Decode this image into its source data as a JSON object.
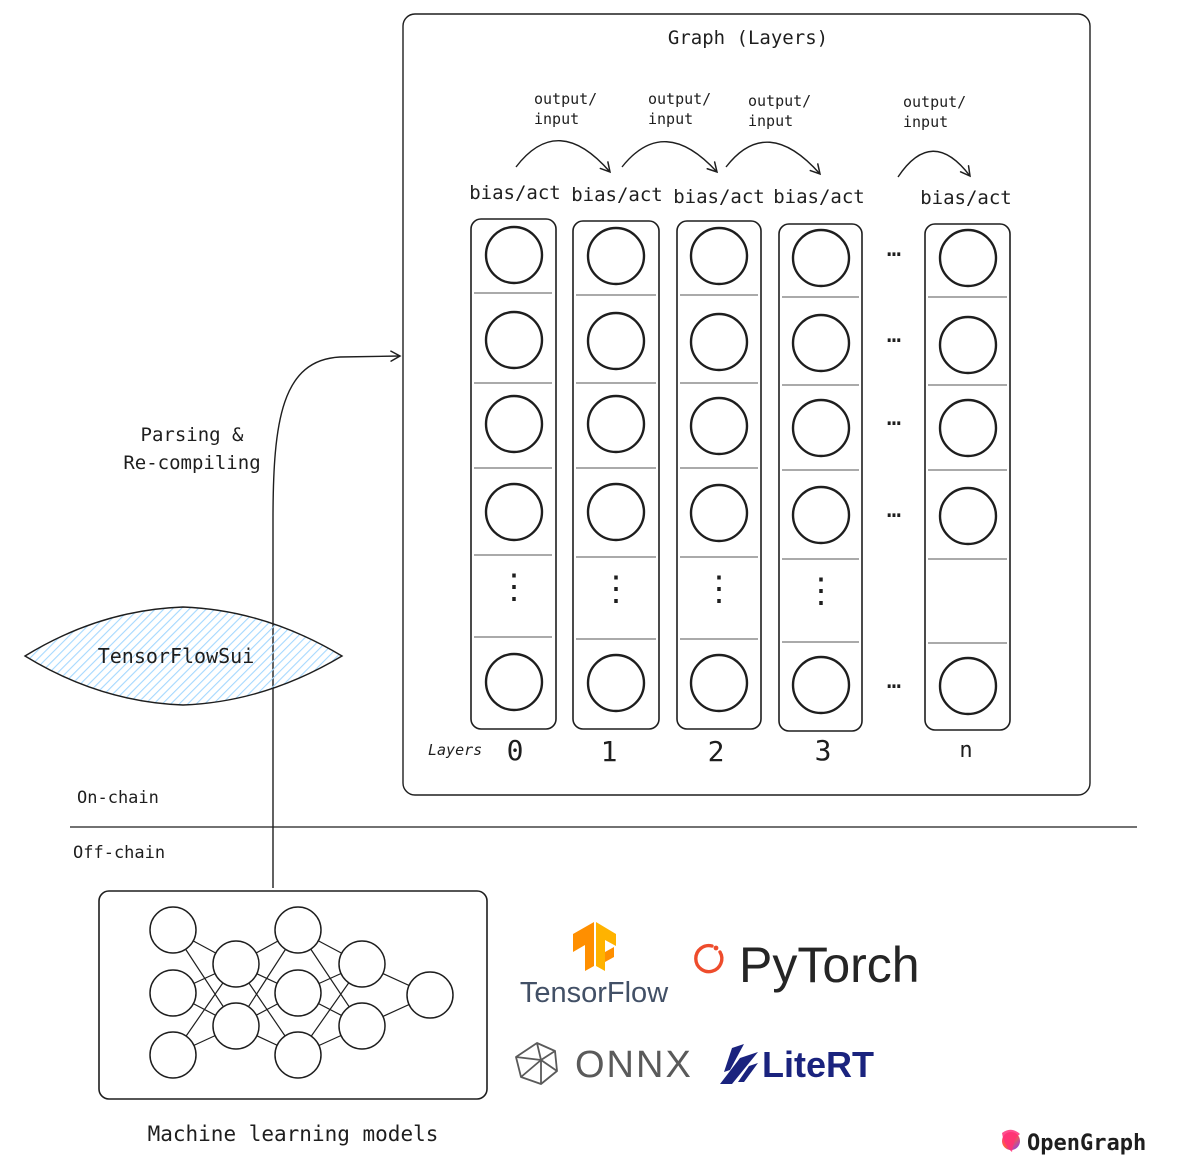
{
  "graph_box": {
    "title": "Graph (Layers)"
  },
  "edge_labels": [
    {
      "line1": "output/",
      "line2": "input"
    },
    {
      "line1": "output/",
      "line2": "input"
    },
    {
      "line1": "output/",
      "line2": "input"
    },
    {
      "line1": "output/",
      "line2": "input"
    }
  ],
  "layers": [
    {
      "bias_label": "bias/act",
      "index_label": "0"
    },
    {
      "bias_label": "bias/act",
      "index_label": "1"
    },
    {
      "bias_label": "bias/act",
      "index_label": "2"
    },
    {
      "bias_label": "bias/act",
      "index_label": "3"
    },
    {
      "bias_label": "bias/act",
      "index_label": "n"
    }
  ],
  "layers_axis_label": "Layers",
  "ellipsis_glyph": "…",
  "vertical_ellipsis_glyph": "⋮",
  "parsing_label": {
    "line1": "Parsing &",
    "line2": "Re-compiling"
  },
  "tensorflowsui_label": "TensorFlowSui",
  "onchain_label": "On-chain",
  "offchain_label": "Off-chain",
  "ml_models_label": "Machine learning models",
  "frameworks": {
    "tensorflow": "TensorFlow",
    "pytorch": "PyTorch",
    "onnx": "ONNX",
    "litert": "LiteRT"
  },
  "brand": {
    "name": "OpenGraph"
  },
  "colors": {
    "stroke": "#1e1e1e",
    "diamond_fill": "#a5d8ff",
    "tensorflow_orange": "#ff8f00",
    "tensorflow_text": "#425066",
    "pytorch_red": "#ee4c2c",
    "pytorch_text": "#252525",
    "onnx_text": "#5a5a5a",
    "litert_blue": "#1a237e"
  }
}
